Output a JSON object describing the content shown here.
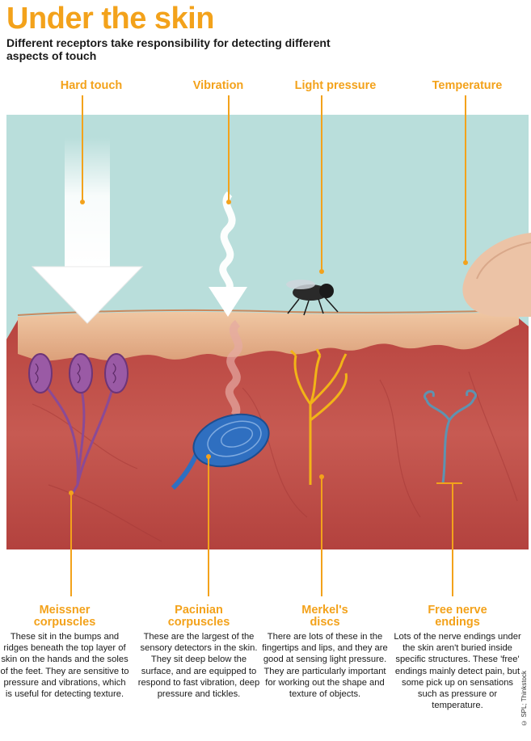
{
  "title": "Under the skin",
  "subtitle": "Different receptors take responsibility for detecting different aspects of touch",
  "stimuli": {
    "hard_touch": "Hard touch",
    "vibration": "Vibration",
    "light_pressure": "Light pressure",
    "temperature": "Temperature"
  },
  "receptors": {
    "meissner": {
      "name_line1": "Meissner",
      "name_line2": "corpuscles",
      "description": "These sit in the bumps and ridges beneath the top layer of skin on the hands and the soles of the feet. They are sensitive to pressure and vibrations, which is useful for detecting texture."
    },
    "pacinian": {
      "name_line1": "Pacinian",
      "name_line2": "corpuscles",
      "description": "These are the largest of the sensory detectors in the skin. They sit deep below the surface, and are equipped to respond to fast vibration, deep pressure and tickles."
    },
    "merkel": {
      "name_line1": "Merkel's",
      "name_line2": "discs",
      "description": "There are lots of these in the fingertips and lips, and they are good at sensing light pressure. They are particularly important for working out the shape and texture of objects."
    },
    "free": {
      "name_line1": "Free nerve",
      "name_line2": "endings",
      "description": "Lots of the nerve endings under the skin aren't buried inside specific structures. These 'free' endings mainly detect pain, but some pick up on sensations such as pressure or temperature."
    }
  },
  "credit": "© SPL; Thinkstock",
  "colors": {
    "accent": "#f3a21b",
    "background_panel": "#b9dedb",
    "skin_surface": "#e6b58e",
    "dermis": "#c24a46",
    "meissner": "#9a5aa5",
    "pacinian": "#2f6fc0",
    "merkel": "#f2b417",
    "free_nerve": "#5e93b0"
  },
  "icons": [
    "down-arrow-icon",
    "wavy-arrow-icon",
    "fly-icon",
    "fingertip-icon"
  ]
}
